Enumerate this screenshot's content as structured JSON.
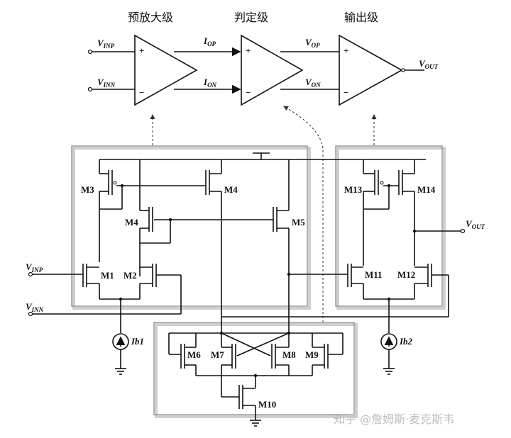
{
  "stages": {
    "preamp": "预放大级",
    "decision": "判定级",
    "output": "输出级"
  },
  "signals": {
    "v_inp": "V",
    "v_inp_sub": "INP",
    "v_inn": "V",
    "v_inn_sub": "INN",
    "i_op": "I",
    "i_op_sub": "OP",
    "i_on": "I",
    "i_on_sub": "ON",
    "v_op": "V",
    "v_op_sub": "OP",
    "v_on": "V",
    "v_on_sub": "ON",
    "v_out": "V",
    "v_out_sub": "OUT"
  },
  "amp_pins": {
    "plus": "+",
    "minus": "−"
  },
  "transistors": [
    "M1",
    "M2",
    "M3",
    "M4",
    "M5",
    "M6",
    "M7",
    "M8",
    "M9",
    "M10",
    "M11",
    "M12",
    "M13",
    "M14"
  ],
  "sources": {
    "ib1": "Ib1",
    "ib2": "Ib2"
  },
  "watermark": "知乎 @詹姆斯·麦克斯韦"
}
